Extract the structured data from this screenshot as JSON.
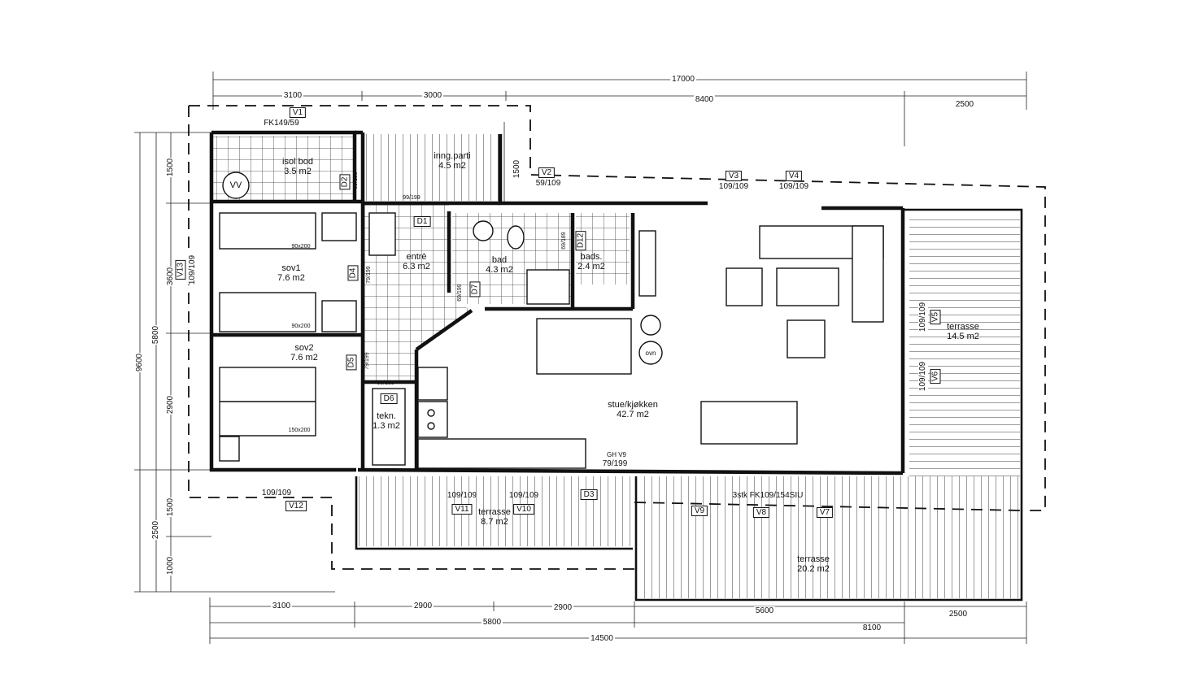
{
  "dimensions": {
    "top_total": "17000",
    "top_a": "3100",
    "top_b": "3000",
    "top_c": "8400",
    "top_d": "2500",
    "bottom_a": "3100",
    "bottom_b": "2900",
    "bottom_c": "2900",
    "bottom_d": "5600",
    "bottom_e": "2500",
    "bottom_f": "5800",
    "bottom_g": "8100",
    "bottom_total": "14500",
    "left_a": "1500",
    "left_b": "3600",
    "left_c": "5800",
    "left_d": "9600",
    "left_e": "2900",
    "left_f": "1500",
    "left_g": "2500",
    "left_h": "1000",
    "mid_1500": "1500"
  },
  "rooms": {
    "isol_bod": {
      "name": "isol bod",
      "area": "3.5 m2"
    },
    "inng_parti": {
      "name": "inng.parti",
      "area": "4.5 m2"
    },
    "sov1": {
      "name": "sov1",
      "area": "7.6 m2"
    },
    "sov2": {
      "name": "sov2",
      "area": "7.6 m2"
    },
    "entre": {
      "name": "entrè",
      "area": "6.3 m2"
    },
    "bad": {
      "name": "bad",
      "area": "4.3 m2"
    },
    "bads": {
      "name": "bads.",
      "area": "2.4 m2"
    },
    "stue": {
      "name": "stue/kjøkken",
      "area": "42.7 m2"
    },
    "tekn": {
      "name": "tekn.",
      "area": "1.3 m2"
    },
    "terrasse_e": {
      "name": "terrasse",
      "area": "14.5 m2"
    },
    "terrasse_s": {
      "name": "terrasse",
      "area": "8.7 m2"
    },
    "terrasse_big": {
      "name": "terrasse",
      "area": "20.2 m2"
    }
  },
  "tags": {
    "V1": "V1",
    "V2": "V2",
    "V3": "V3",
    "V4": "V4",
    "V5": "V5",
    "V6": "V6",
    "V7": "V7",
    "V8": "V8",
    "V9": "V9",
    "V10": "V10",
    "V11": "V11",
    "V12": "V12",
    "V13": "V13",
    "D1": "D1",
    "D2": "D2",
    "D3": "D3",
    "D4": "D4",
    "D5": "D5",
    "D6": "D6",
    "D7": "D7",
    "D12": "D12"
  },
  "notes": {
    "fk149": "FK149/59",
    "v2_size": "59/109",
    "v3_size": "109/109",
    "v4_size": "109/109",
    "v5_size": "109/109",
    "v6_size": "109/109",
    "v10_size": "109/109",
    "v11_size": "109/109",
    "v12_size": "109/109",
    "v13_size": "109/109",
    "d1_size": "99/199",
    "d2_size": "69/189",
    "d3_size": "GH V9",
    "d3_sub": "79/199",
    "d4_size": "79/199",
    "d5_size": "79/199",
    "d6_size": "69/199",
    "d7_size": "69/199",
    "d12_size": "69/189",
    "fk109": "3stk FK109/154SIU",
    "vv": "VV",
    "ovn": "ovn",
    "bed_90a": "90x200",
    "bed_90b": "90x200",
    "bed_150": "150x200"
  }
}
